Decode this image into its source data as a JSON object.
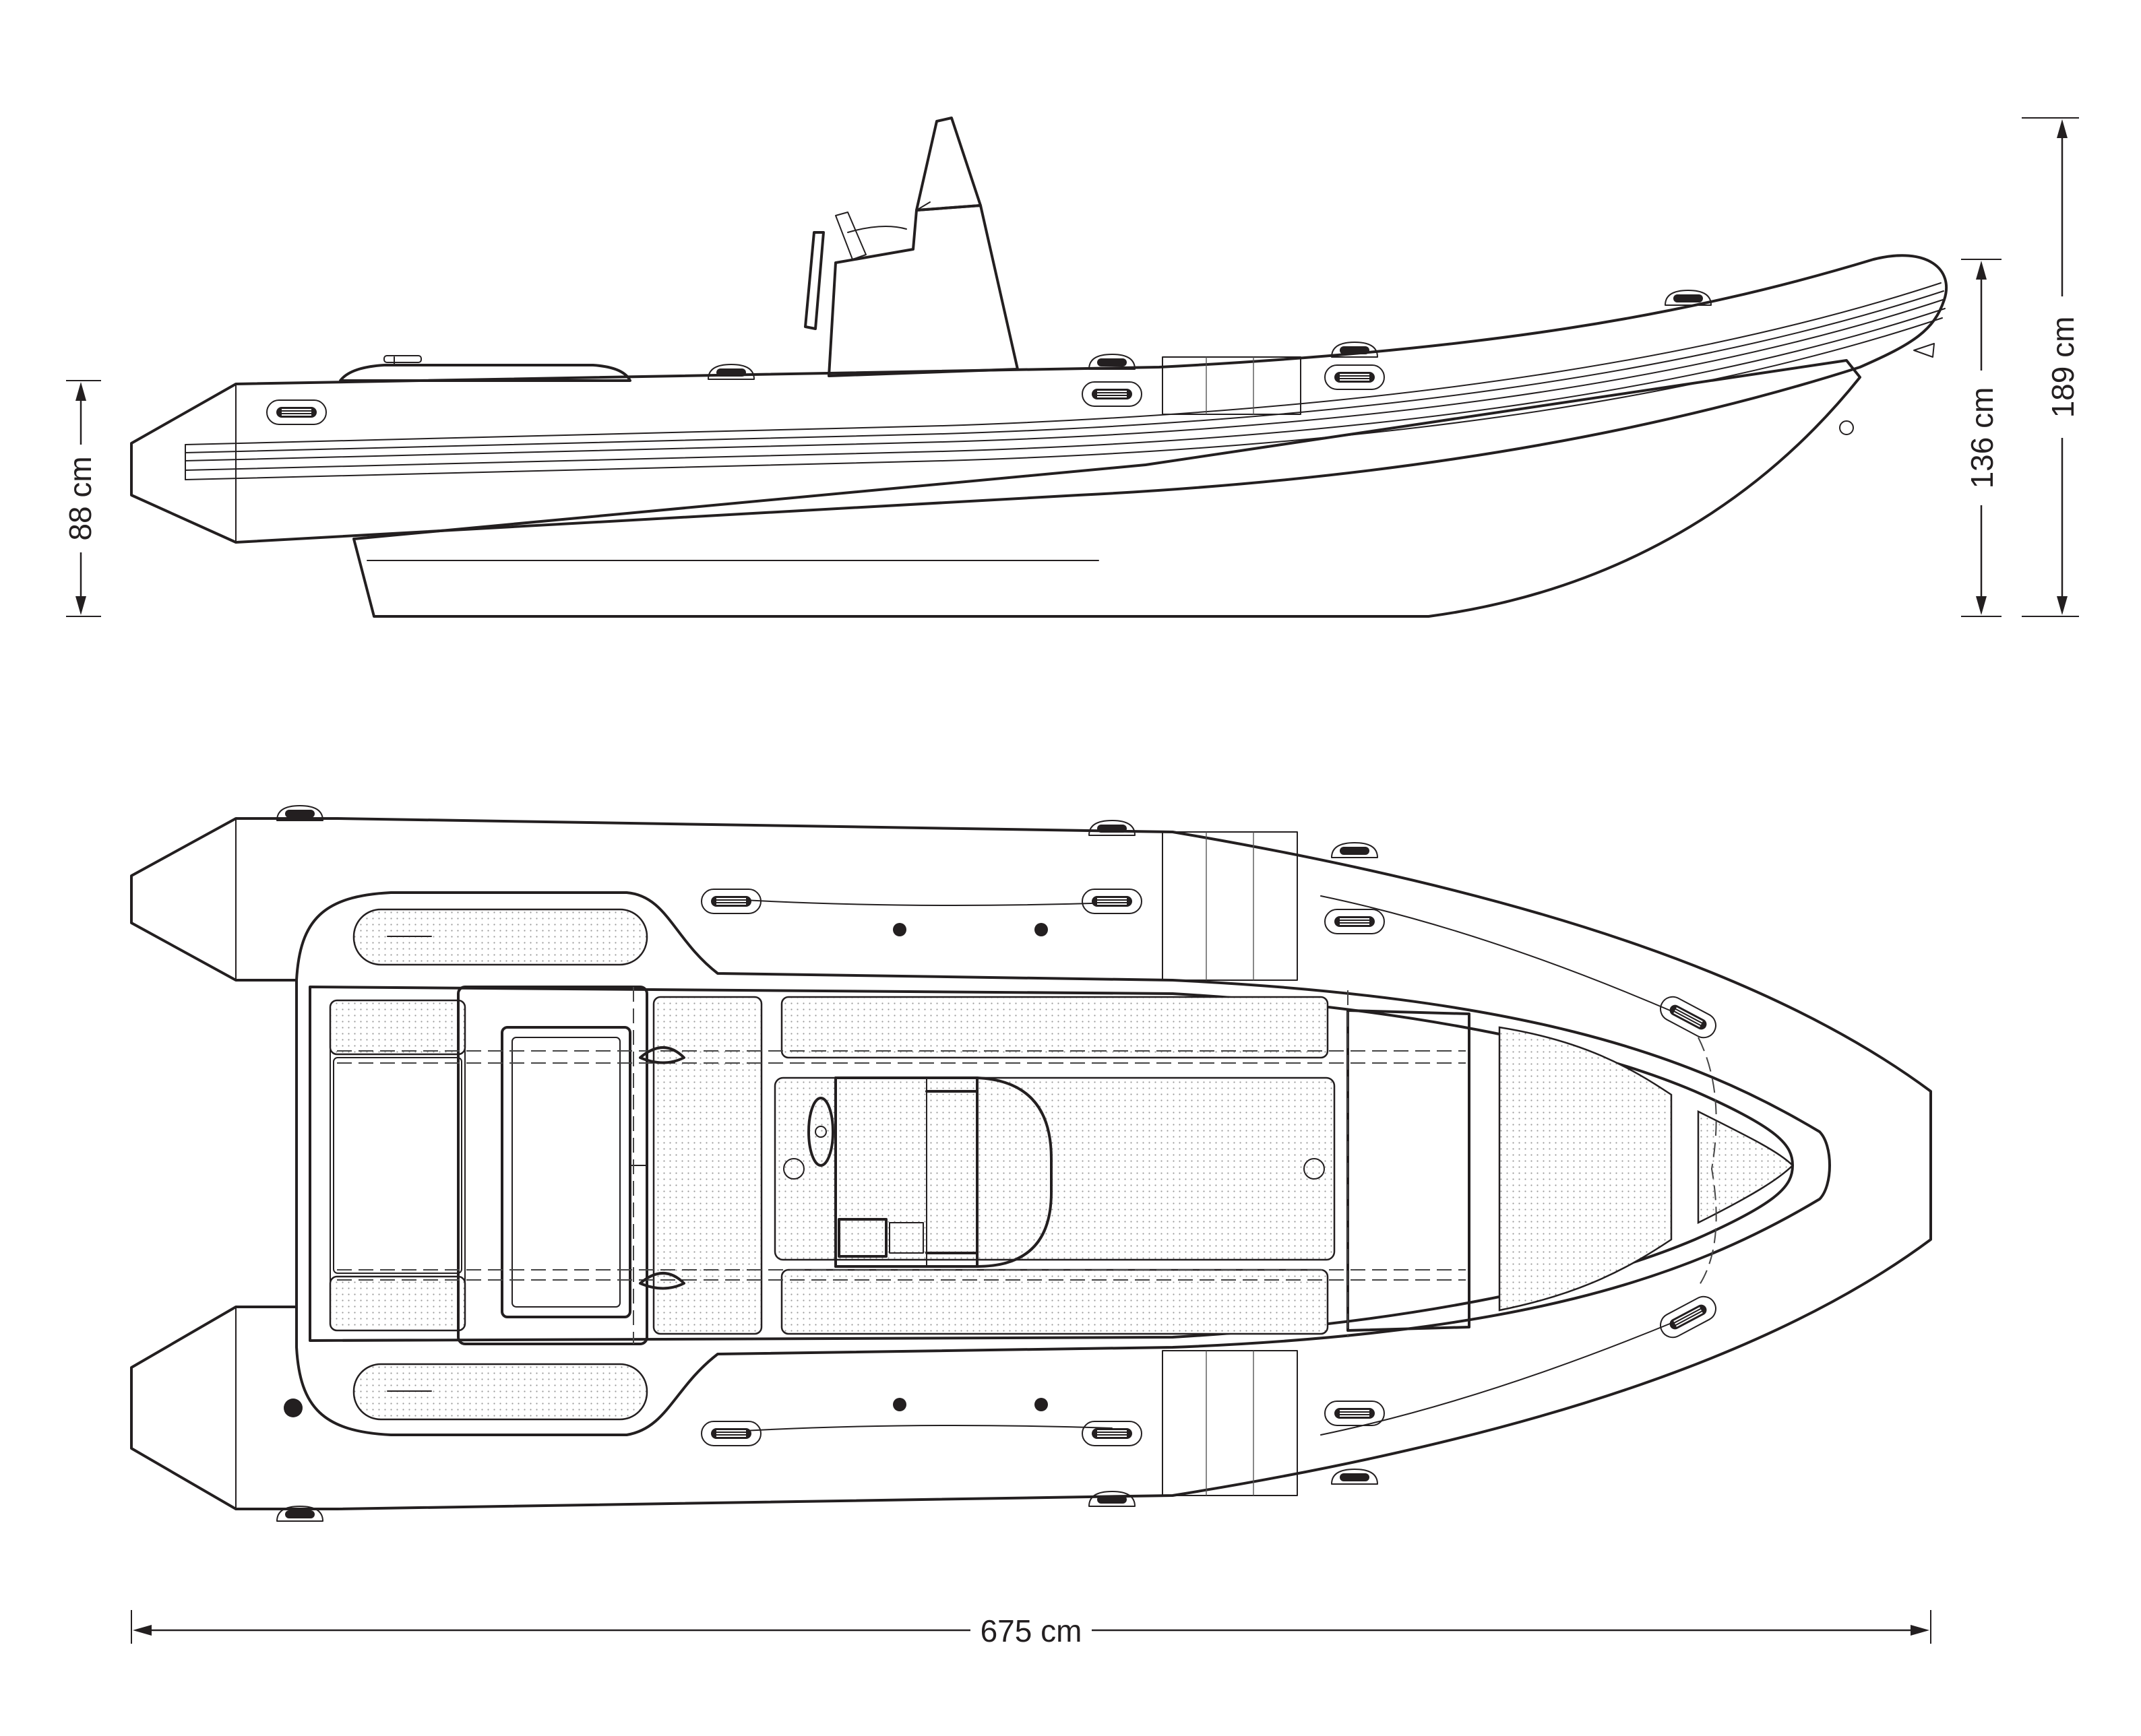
{
  "dimensions": {
    "length": "675 cm",
    "side_height": "88 cm",
    "beam": "136 cm",
    "total_height": "189 cm"
  },
  "colors": {
    "line": "#231f20",
    "background": "#ffffff"
  }
}
